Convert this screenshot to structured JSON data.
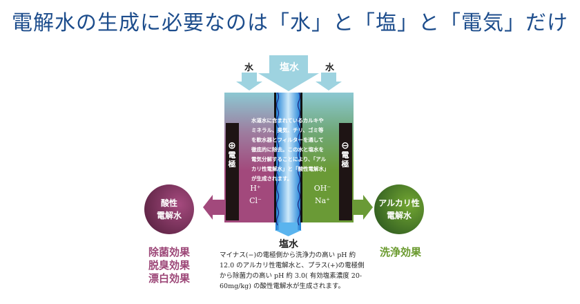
{
  "title": "電解水の生成に必要なのは「水」と「塩」と「電気」だけ",
  "inputs": {
    "left_water": "水",
    "brine": "塩水",
    "right_water": "水"
  },
  "tank_description": "水道水に含まれているカルキやミネラル、臭気、チリ、ゴミ等を軟水器とフィルターを通して徹底的に除去。この水と塩水を電気分解することにより、「アルカリ性電解水」と「酸性電解水」が生成されます。",
  "anode": {
    "symbol": "⊕",
    "label": "電極",
    "ions": [
      "H⁺",
      "Cl⁻"
    ]
  },
  "cathode": {
    "symbol": "⊖",
    "label": "電極",
    "ions": [
      "OH⁻",
      "Na⁺"
    ]
  },
  "outlet_label": "塩水",
  "acidic": {
    "name_line1": "酸性",
    "name_line2": "電解水",
    "effects": [
      "除菌効果",
      "脱臭効果",
      "漂白効果"
    ],
    "color": "#9c4677"
  },
  "alkaline": {
    "name_line1": "アルカリ性",
    "name_line2": "電解水",
    "effects": [
      "洗浄効果"
    ],
    "color": "#6a9a2e"
  },
  "description": "マイナス(−)の電極側から洗浄力の高い pH 約 12.0 のアルカリ性電解水と、プラス(+)の電極側から除菌力の高い pH 約 3.0( 有効塩素濃度 20-60mg/kg) の酸性電解水が生成されます。"
}
